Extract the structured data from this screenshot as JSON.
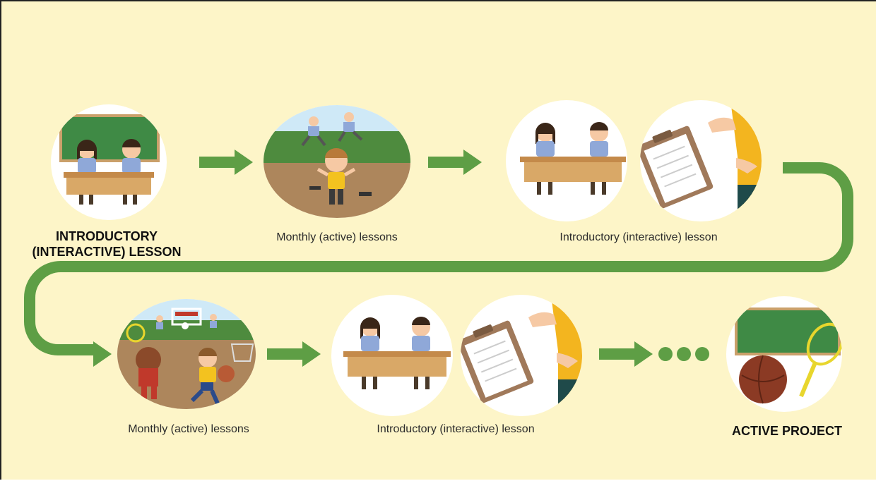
{
  "colors": {
    "background": "#fdf5c8",
    "arrow": "#5e9e45",
    "circle": "#ffffff",
    "chalkboard": "#3f8a45",
    "desk": "#d9a867",
    "shirt": "#8fa8d8",
    "hair": "#3a2618",
    "skin": "#f6c9a4",
    "sleeve": "#f3b51f",
    "ground": "#ad865c",
    "grass": "#4e8b3e",
    "sky": "#cfe9f7",
    "clipboard": "#a0795a",
    "ball": "#8b3a24",
    "racket": "#e8d62d"
  },
  "steps": [
    {
      "id": "step-1",
      "label_lines": [
        "INTRODUCTORY",
        "(INTERACTIVE) LESSON"
      ],
      "icon": "classroom-icon"
    },
    {
      "id": "step-2",
      "label": "Monthly (active) lessons",
      "icon": "outdoor-exercise-icon"
    },
    {
      "id": "step-3",
      "label": "Introductory (interactive) lesson",
      "icon": "classroom-clipboard-icon"
    },
    {
      "id": "step-4",
      "label": "Monthly (active) lessons",
      "icon": "sports-field-icon"
    },
    {
      "id": "step-5",
      "label": "Introductory (interactive) lesson",
      "icon": "classroom-clipboard-icon"
    },
    {
      "id": "step-6",
      "label": "ACTIVE PROJECT",
      "icon": "blackboard-ball-racket-icon"
    }
  ]
}
